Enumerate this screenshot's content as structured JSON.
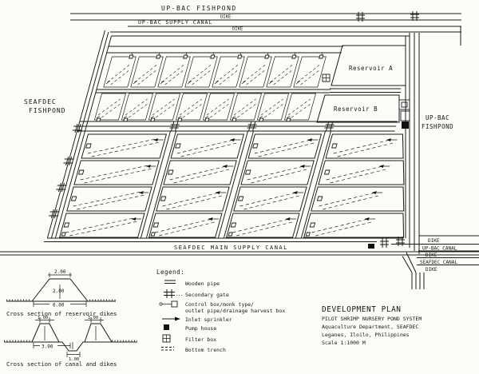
{
  "plan": {
    "top_fishpond": "UP-BAC FISHPOND",
    "top_dike_a": "DIKE",
    "top_supply_canal": "UP-BAC SUPPLY CANAL",
    "top_dike_b": "DIKE",
    "left_fishpond_line1": "SEAFDEC",
    "left_fishpond_line2": "FISHPOND",
    "right_fishpond_line1": "UP-BAC",
    "right_fishpond_line2": "FISHPOND",
    "reservoir_a": "Reservoir A",
    "reservoir_b": "Reservoir B",
    "main_canal": "SEAFDEC MAIN SUPPLY CANAL",
    "br_dike_1": "DIKE",
    "br_upbac_canal": "UP-BAC CANAL",
    "br_dike_2": "DIKE",
    "br_seafdec_canal": "SEAFDEC CANAL",
    "br_dike_3": "DIKE"
  },
  "legend": {
    "title": "Legend:",
    "items": [
      {
        "symbol": "wooden-pipe",
        "label": "Wooden pipe"
      },
      {
        "symbol": "secondary-gate",
        "label": "Secondary gate"
      },
      {
        "symbol": "control-box",
        "label": "Control box/monk type/",
        "label2": "outlet pipe/drainage harvest box"
      },
      {
        "symbol": "inlet-sprinkler",
        "label": "Inlet sprinkler"
      },
      {
        "symbol": "pump-house",
        "label": "Pump house"
      },
      {
        "symbol": "filter-box",
        "label": "Filter box"
      },
      {
        "symbol": "bottom-trench",
        "label": "Bottom trench"
      }
    ]
  },
  "cross_sections": {
    "reservoir": {
      "dim_top": "2.00",
      "dim_height": "2.00",
      "dim_base": "6.00",
      "label": "Cross section of reservoir dikes"
    },
    "canal": {
      "dim_left": "1.00",
      "dim_right": "1.00",
      "dim_span": "3.00",
      "dim_bottom": "1.00",
      "label": "Cross section of canal and dikes"
    }
  },
  "title_block": {
    "line1": "DEVELOPMENT PLAN",
    "line2": "PILOT SHRIMP NURSERY POND SYSTEM",
    "line3": "Aquaculture Department, SEAFDEC",
    "line4": "Leganes, Iloilo, Philippines",
    "line5": "Scale  1:1000 M"
  }
}
